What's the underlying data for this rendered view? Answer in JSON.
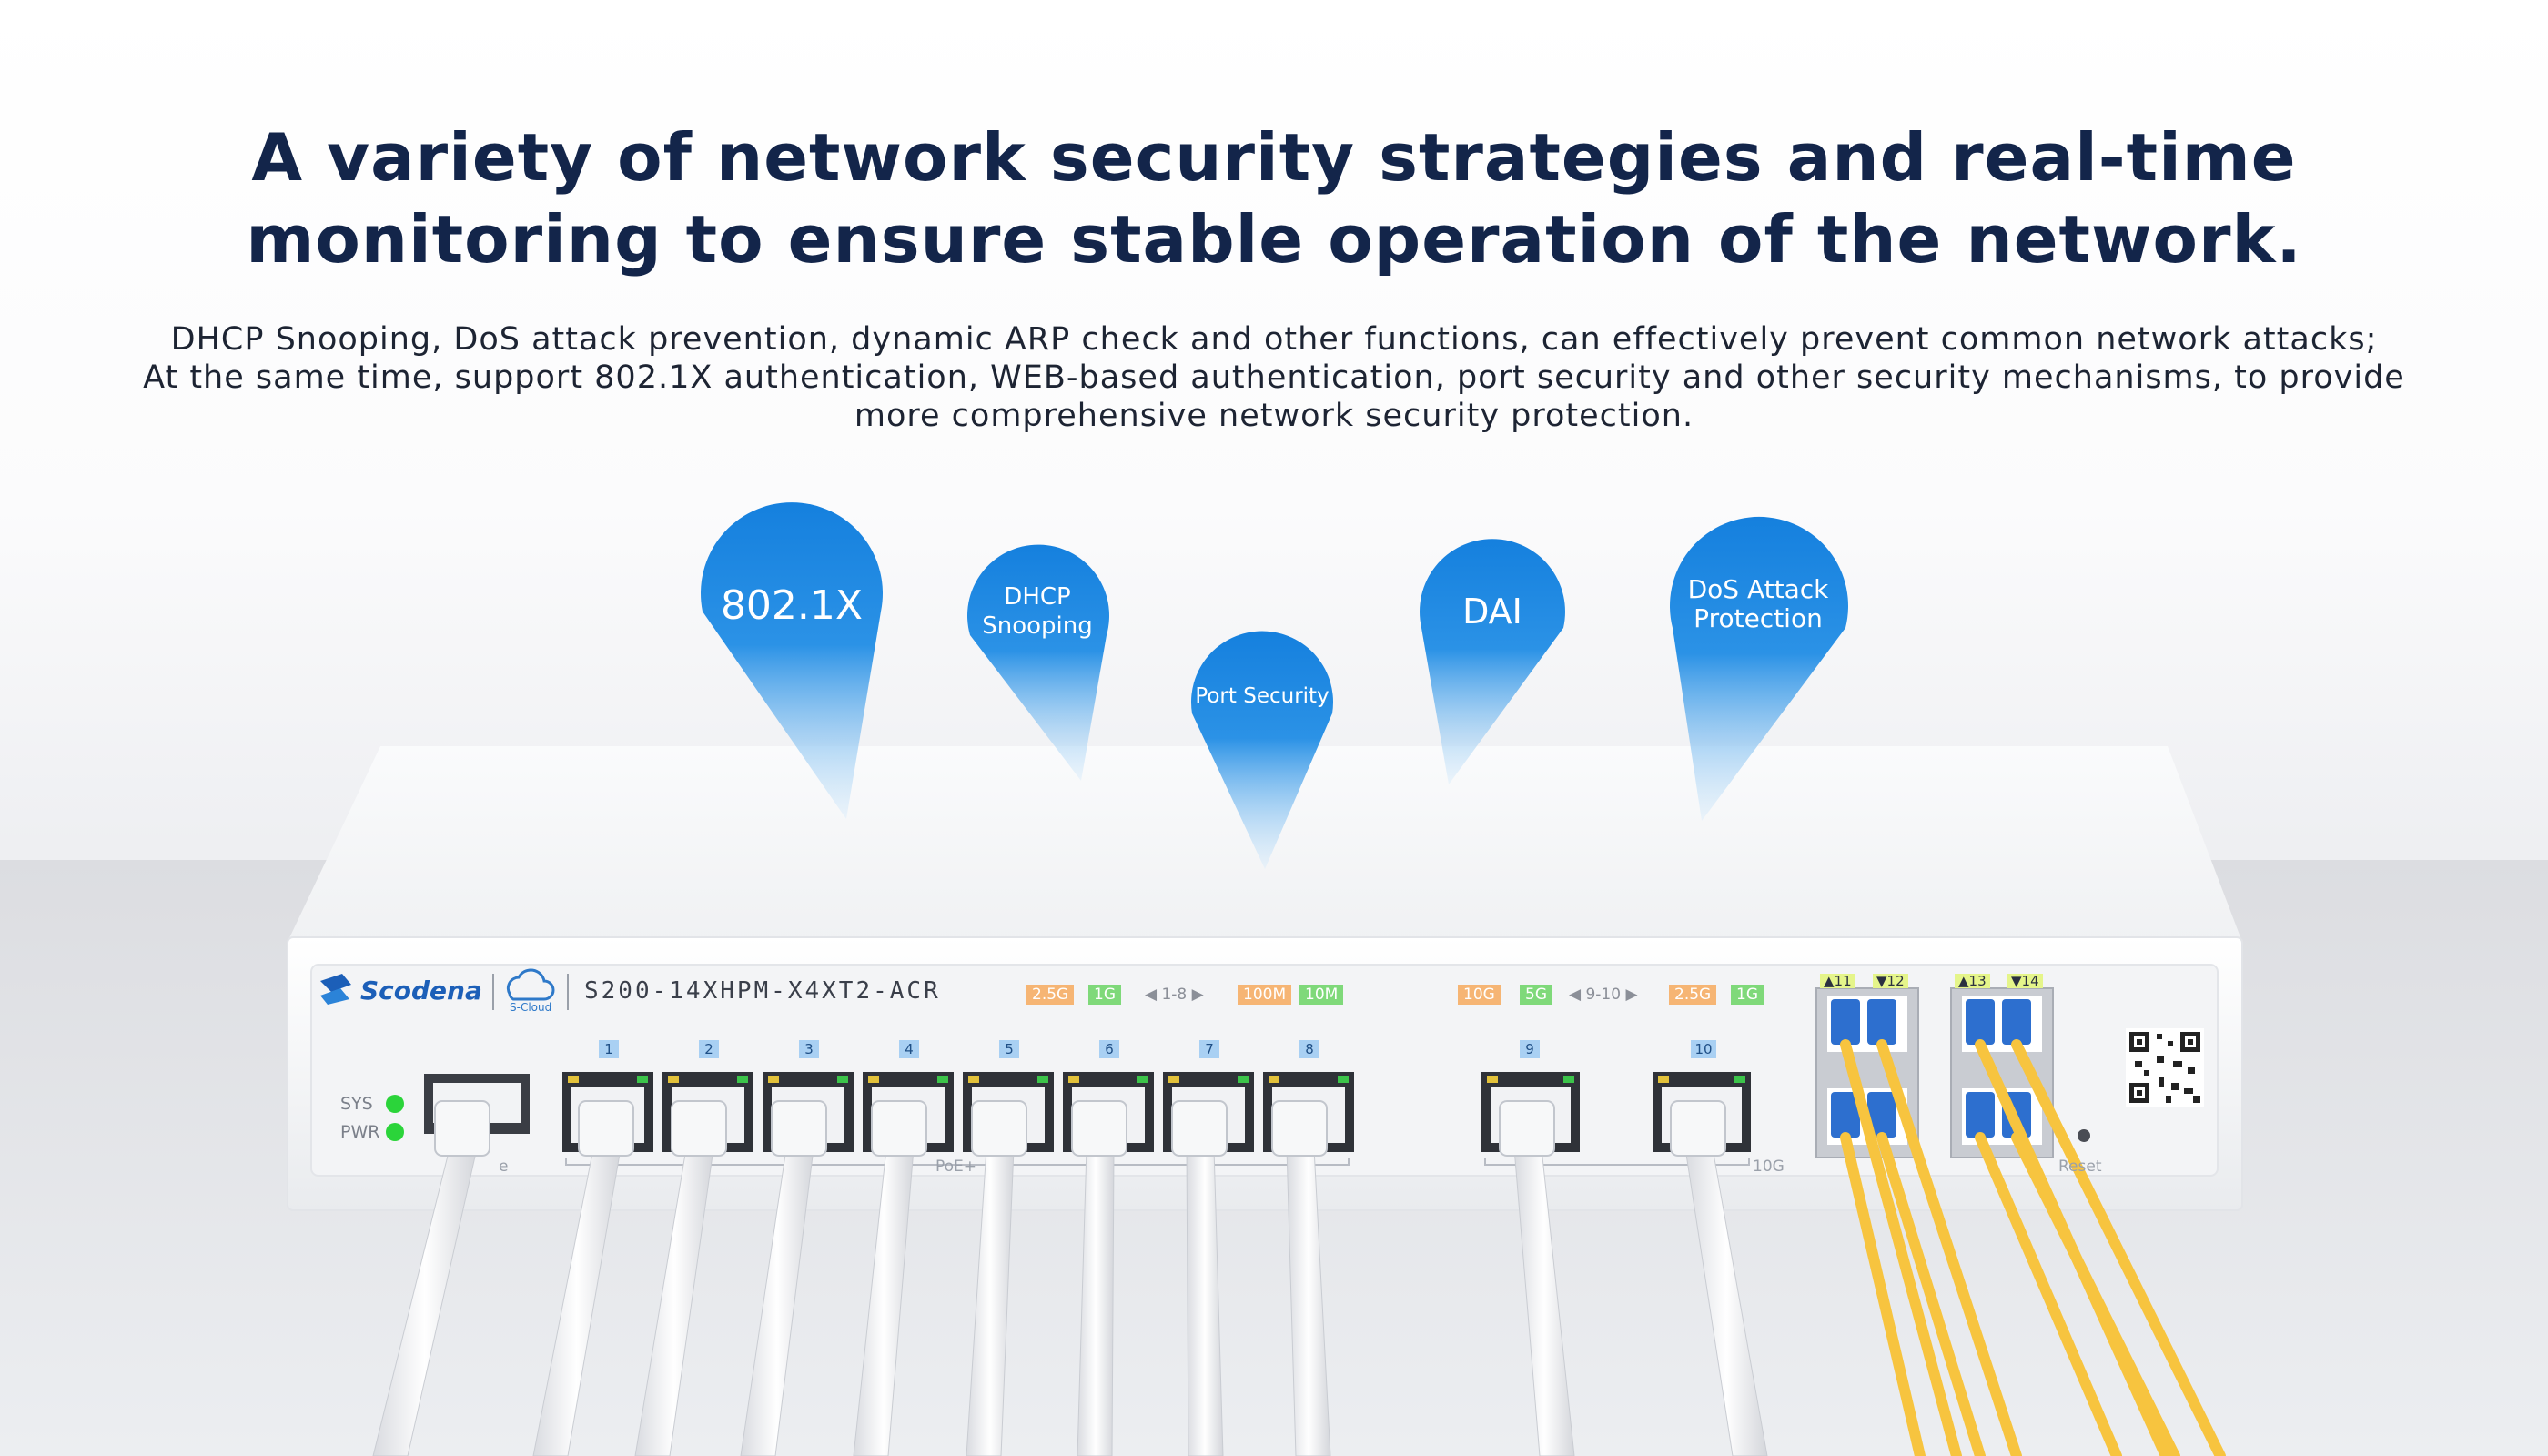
{
  "headline": {
    "line1": "A variety of network security strategies and real-time",
    "line2": "monitoring to ensure stable operation of the network."
  },
  "description": {
    "line1": "DHCP Snooping, DoS attack prevention, dynamic ARP check and other functions, can effectively prevent common network attacks;",
    "line2": "At the same time, support 802.1X authentication, WEB-based authentication, port security and other security mechanisms, to provide",
    "line3": "more comprehensive network security protection."
  },
  "pins": {
    "p8021x": "802.1X",
    "dhcp": "DHCP\nSnooping",
    "port_security": "Port Security",
    "dai": "DAI",
    "dos": "DoS Attack\nProtection"
  },
  "device": {
    "brand": "Scodena",
    "cloud_brand": "S-Cloud",
    "model": "S200-14XHPM-X4XT2-ACR",
    "led_sys": "SYS",
    "led_pwr": "PWR",
    "group1_speeds": [
      "2.5G",
      "1G",
      "100M",
      "10M"
    ],
    "group1_range": "1-8",
    "group2_speeds": [
      "10G",
      "5G",
      "2.5G",
      "1G"
    ],
    "group2_range": "9-10",
    "rj45_ports": [
      "1",
      "2",
      "3",
      "4",
      "5",
      "6",
      "7",
      "8"
    ],
    "xg_ports": [
      "9",
      "10"
    ],
    "sfp_ports": [
      "11",
      "12",
      "13",
      "14"
    ],
    "poe_label": "PoE+",
    "tenG_label": "10G",
    "console_label": "e",
    "reset_label": "Reset"
  },
  "colors": {
    "headline": "#13254a",
    "pin_blue": "#1a86e0",
    "fiber_yellow": "#f7c43f",
    "speed_orange": "#f6b574",
    "speed_green": "#7fd97a"
  }
}
